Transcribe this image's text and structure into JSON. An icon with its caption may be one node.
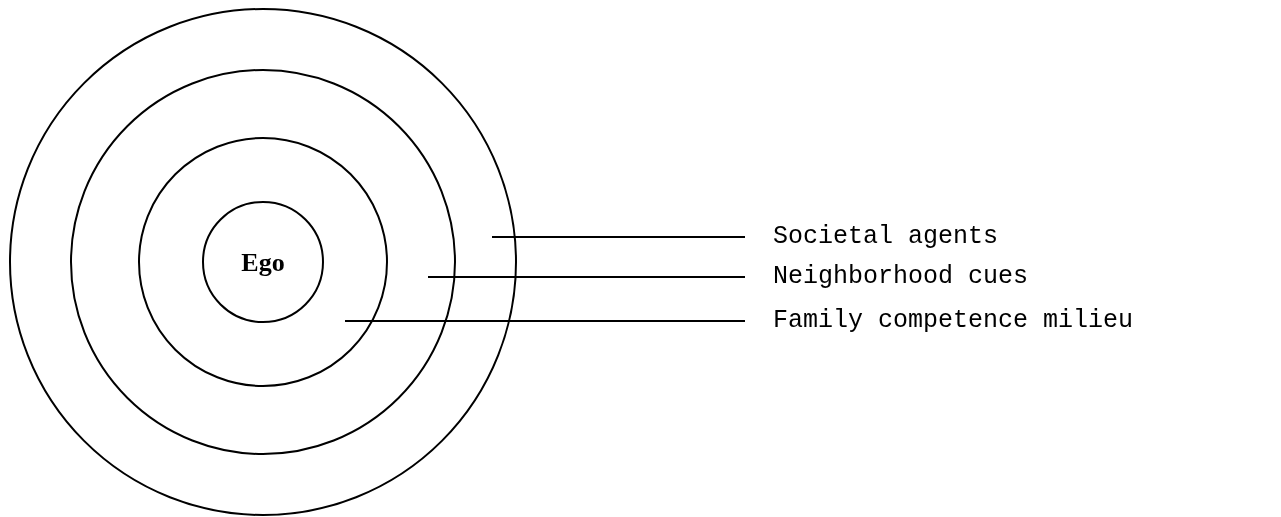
{
  "diagram": {
    "nodes": [
      {
        "text": [],
        "shape": "circle"
      },
      {
        "text": [],
        "shape": "circle",
        "in": 0
      },
      {
        "text": [],
        "shape": "circle",
        "in": 1
      },
      {
        "text": [
          "Ego"
        ],
        "in": 2
      },
      {
        "text": [
          "Societal agents"
        ]
      },
      {
        "text": [
          "Neighborhood cues"
        ]
      },
      {
        "text": [
          "Family competence milieu"
        ]
      }
    ],
    "edges": [
      {
        "from": 4,
        "to": 0,
        "arrow": "none"
      },
      {
        "from": 5,
        "to": 1,
        "arrow": "none"
      },
      {
        "from": 6,
        "to": 2,
        "arrow": "none"
      }
    ]
  }
}
